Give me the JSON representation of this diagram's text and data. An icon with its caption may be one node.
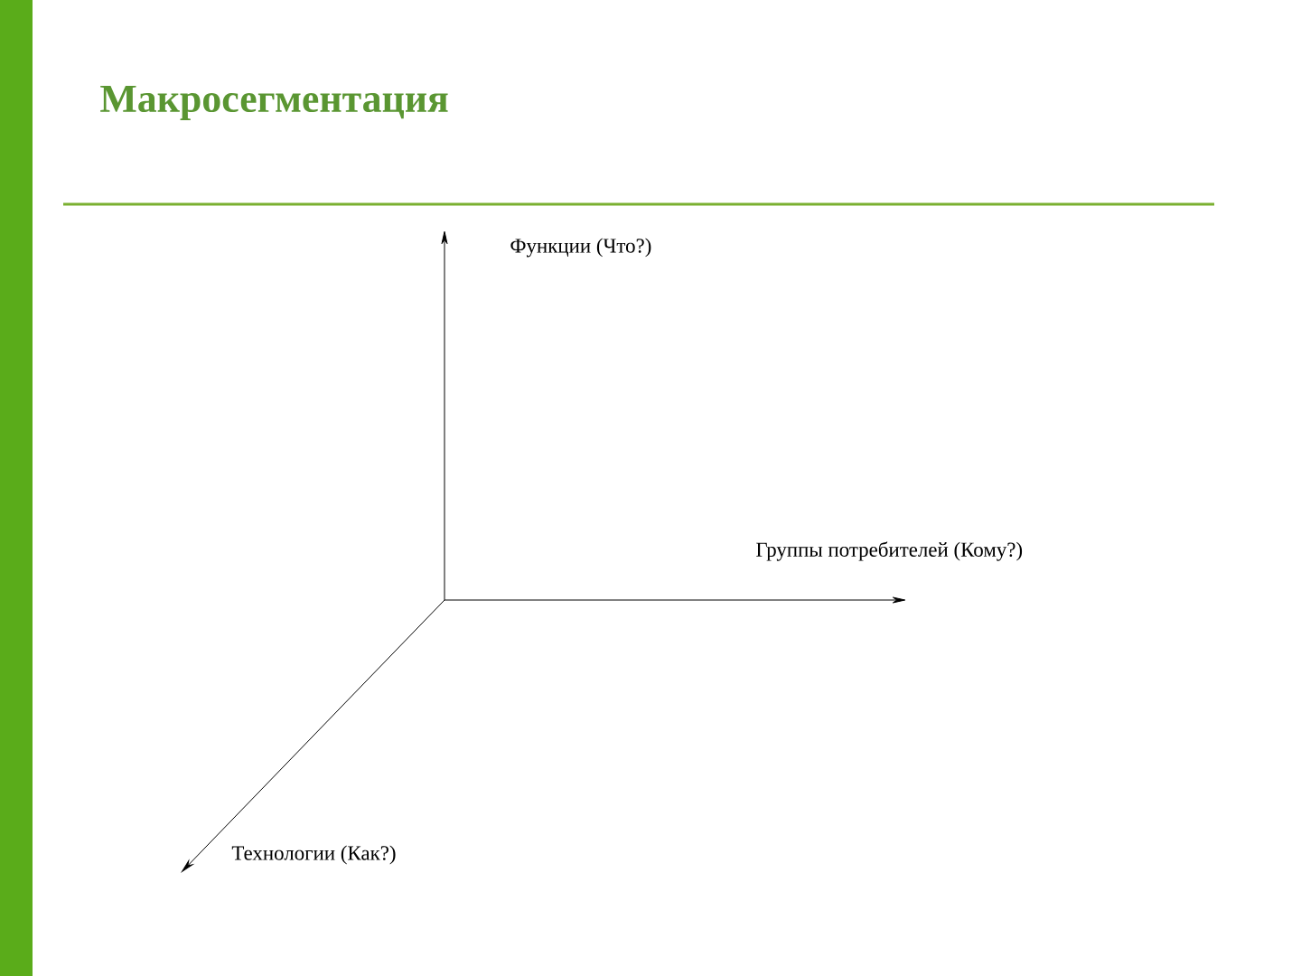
{
  "diagram": {
    "title": "Макросегментация",
    "labels": [
      "Функции (Что?)",
      "Группы потребителей (Кому?)",
      "Технологии (Как?)"
    ]
  }
}
